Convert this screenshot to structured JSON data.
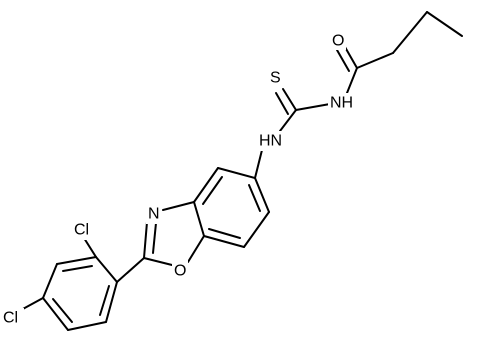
{
  "molecule": {
    "atoms": {
      "o_carbonyl": "O",
      "nh_amide": "NH",
      "s_thio": "S",
      "nh_amine": "HN",
      "n_ring": "N",
      "o_ring": "O",
      "cl_ortho": "Cl",
      "cl_para": "Cl"
    }
  },
  "colors": {
    "bond": "#000000",
    "label": "#000000",
    "background": "#ffffff"
  }
}
